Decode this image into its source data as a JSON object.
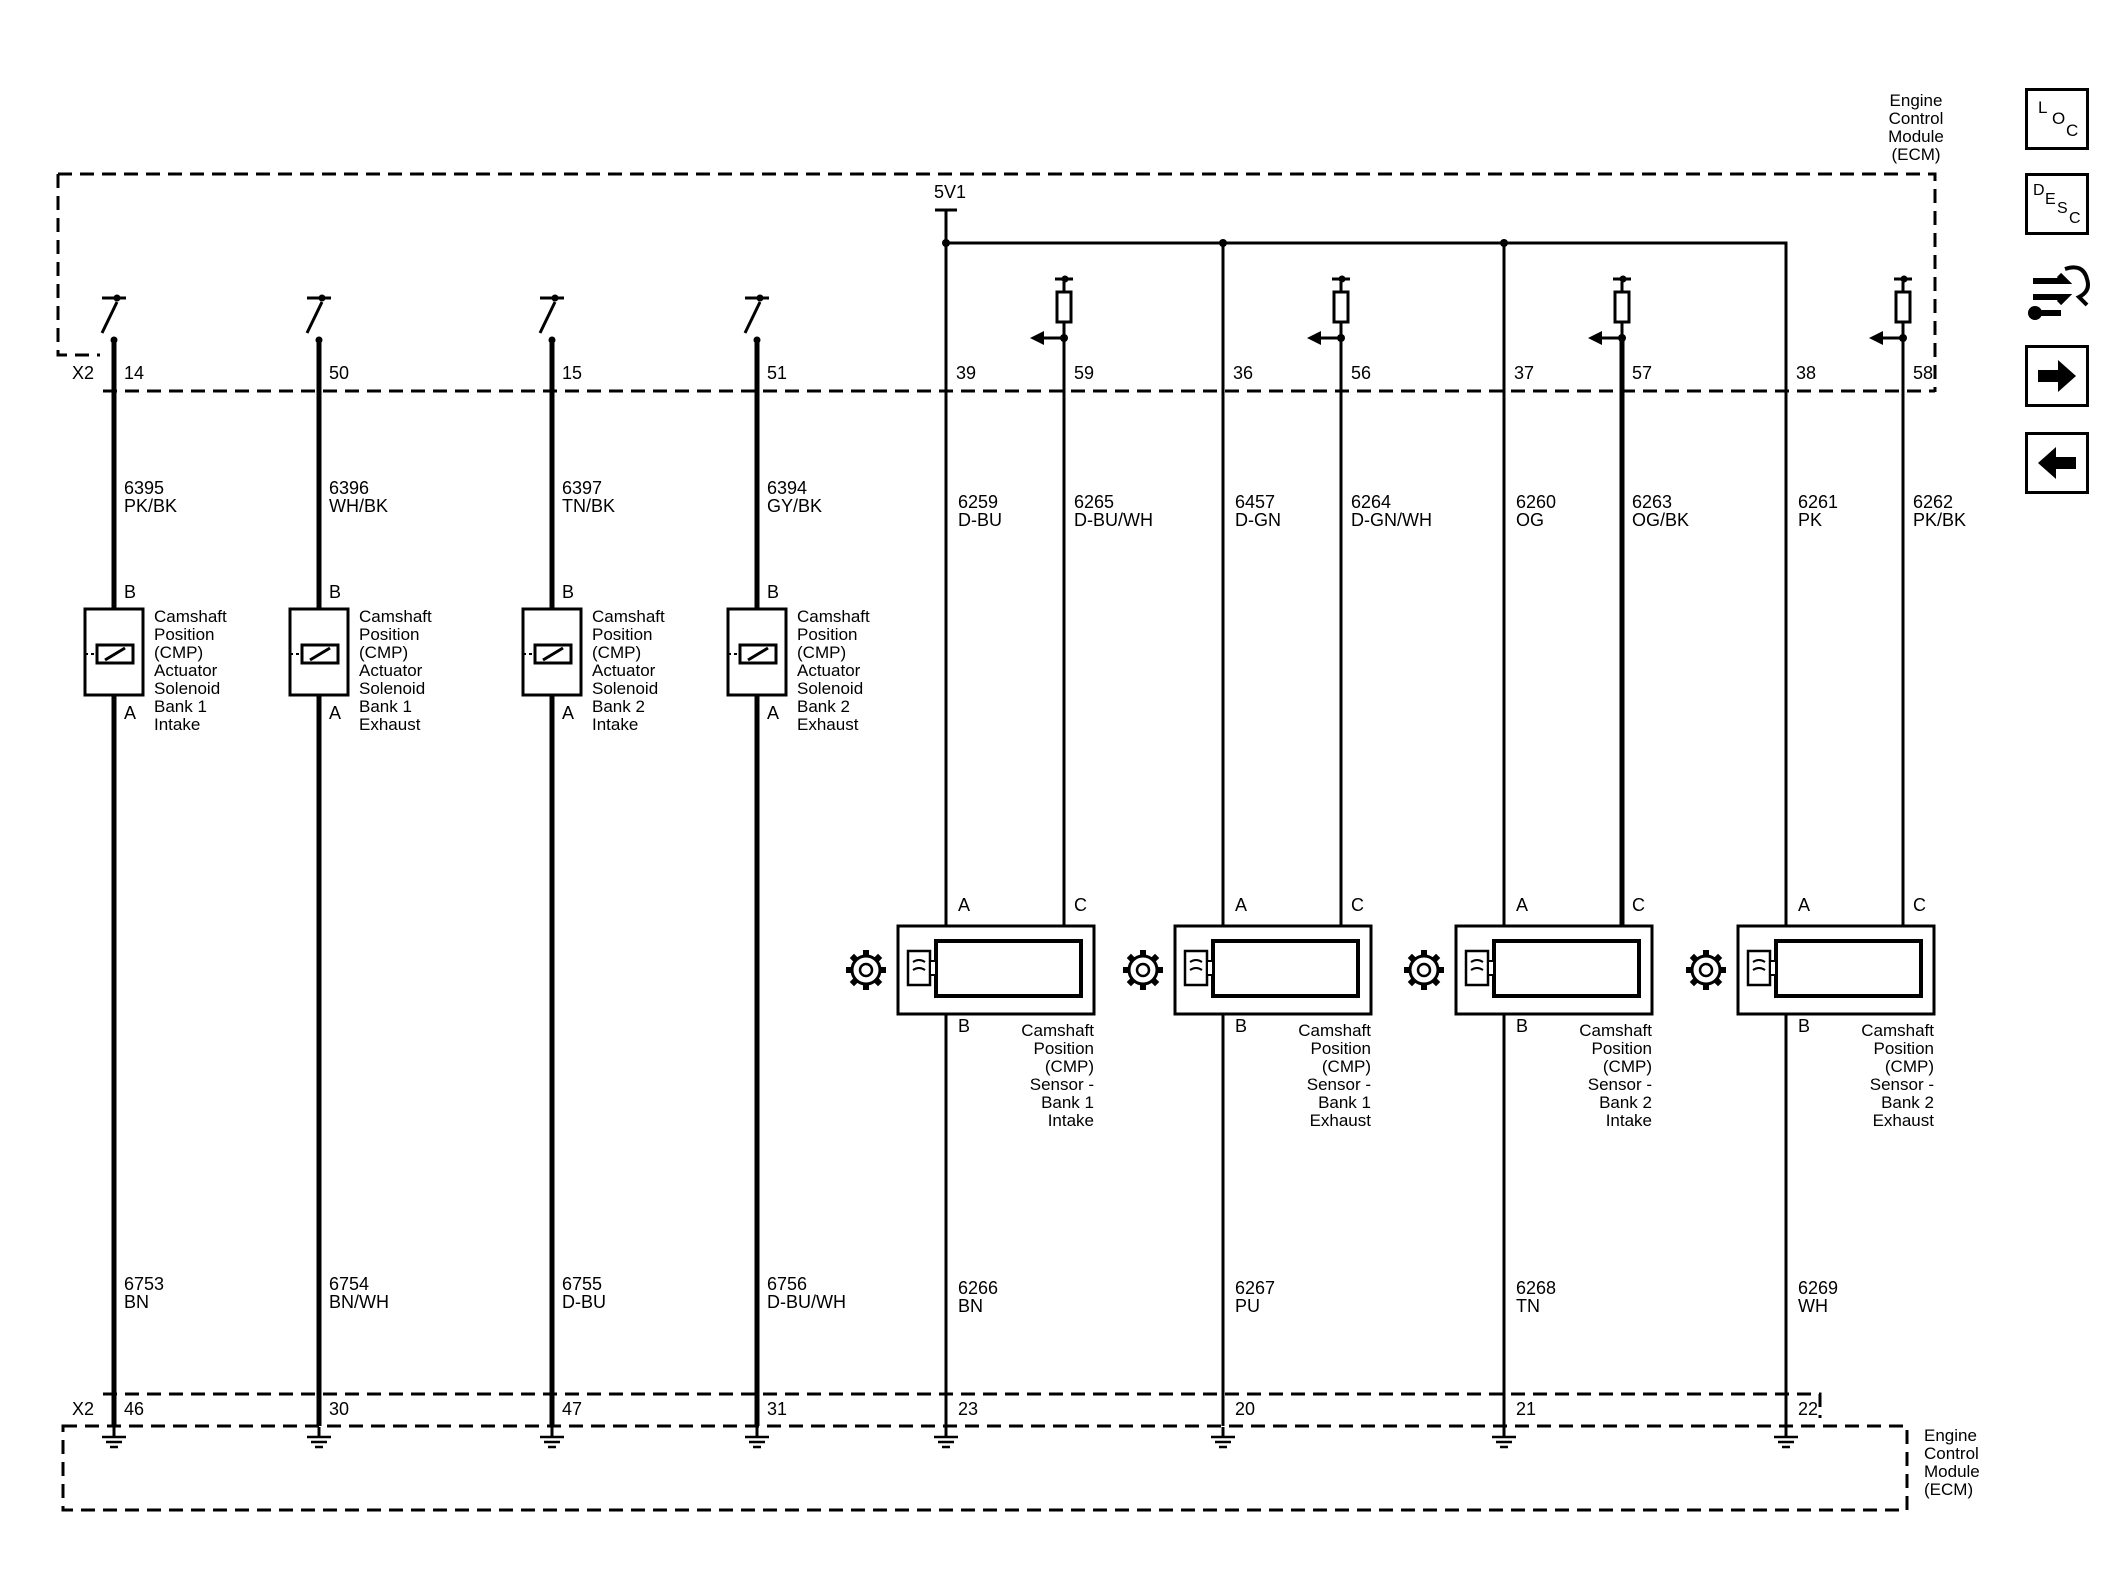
{
  "ecm_label_top": [
    "Engine",
    "Control",
    "Module",
    "(ECM)"
  ],
  "ecm_label_bottom": [
    "Engine",
    "Control",
    "Module",
    "(ECM)"
  ],
  "supply_label": "5V1",
  "connector": "X2",
  "solenoid_circuits": [
    {
      "top_pin": "14",
      "top_wire": "6395",
      "top_color": "PK/BK",
      "pin_b": "B",
      "pin_a": "A",
      "name": [
        "Camshaft",
        "Position",
        "(CMP)",
        "Actuator",
        "Solenoid",
        "Bank 1",
        "Intake"
      ],
      "bottom_wire": "6753",
      "bottom_color": "BN",
      "bottom_pin": "46"
    },
    {
      "top_pin": "50",
      "top_wire": "6396",
      "top_color": "WH/BK",
      "pin_b": "B",
      "pin_a": "A",
      "name": [
        "Camshaft",
        "Position",
        "(CMP)",
        "Actuator",
        "Solenoid",
        "Bank 1",
        "Exhaust"
      ],
      "bottom_wire": "6754",
      "bottom_color": "BN/WH",
      "bottom_pin": "30"
    },
    {
      "top_pin": "15",
      "top_wire": "6397",
      "top_color": "TN/BK",
      "pin_b": "B",
      "pin_a": "A",
      "name": [
        "Camshaft",
        "Position",
        "(CMP)",
        "Actuator",
        "Solenoid",
        "Bank 2",
        "Intake"
      ],
      "bottom_wire": "6755",
      "bottom_color": "D-BU",
      "bottom_pin": "47"
    },
    {
      "top_pin": "51",
      "top_wire": "6394",
      "top_color": "GY/BK",
      "pin_b": "B",
      "pin_a": "A",
      "name": [
        "Camshaft",
        "Position",
        "(CMP)",
        "Actuator",
        "Solenoid",
        "Bank 2",
        "Exhaust"
      ],
      "bottom_wire": "6756",
      "bottom_color": "D-BU/WH",
      "bottom_pin": "31"
    }
  ],
  "sensor_circuits": [
    {
      "supply_pin": "39",
      "signal_pin": "59",
      "supply_wire": "6259",
      "supply_color": "D-BU",
      "signal_wire": "6265",
      "signal_color": "D-BU/WH",
      "pin_a": "A",
      "pin_c": "C",
      "pin_b": "B",
      "name": [
        "Camshaft",
        "Position",
        "(CMP)",
        "Sensor -",
        "Bank 1",
        "Intake"
      ],
      "low_wire": "6266",
      "low_color": "BN",
      "low_pin": "23"
    },
    {
      "supply_pin": "36",
      "signal_pin": "56",
      "supply_wire": "6457",
      "supply_color": "D-GN",
      "signal_wire": "6264",
      "signal_color": "D-GN/WH",
      "pin_a": "A",
      "pin_c": "C",
      "pin_b": "B",
      "name": [
        "Camshaft",
        "Position",
        "(CMP)",
        "Sensor -",
        "Bank 1",
        "Exhaust"
      ],
      "low_wire": "6267",
      "low_color": "PU",
      "low_pin": "20"
    },
    {
      "supply_pin": "37",
      "signal_pin": "57",
      "supply_wire": "6260",
      "supply_color": "OG",
      "signal_wire": "6263",
      "signal_color": "OG/BK",
      "pin_a": "A",
      "pin_c": "C",
      "pin_b": "B",
      "name": [
        "Camshaft",
        "Position",
        "(CMP)",
        "Sensor -",
        "Bank 2",
        "Intake"
      ],
      "low_wire": "6268",
      "low_color": "TN",
      "low_pin": "21"
    },
    {
      "supply_pin": "38",
      "signal_pin": "58",
      "supply_wire": "6261",
      "supply_color": "PK",
      "signal_wire": "6262",
      "signal_color": "PK/BK",
      "pin_a": "A",
      "pin_c": "C",
      "pin_b": "B",
      "name": [
        "Camshaft",
        "Position",
        "(CMP)",
        "Sensor -",
        "Bank 2",
        "Exhaust"
      ],
      "low_wire": "6269",
      "low_color": "WH",
      "low_pin": "22"
    }
  ],
  "nav": {
    "loc": [
      "L",
      "O",
      "C"
    ],
    "desc": [
      "D",
      "E",
      "S",
      "C"
    ],
    "diagnostic_icon": "connector-wrench-icon",
    "next_icon": "arrow-right-icon",
    "prev_icon": "arrow-left-icon"
  }
}
